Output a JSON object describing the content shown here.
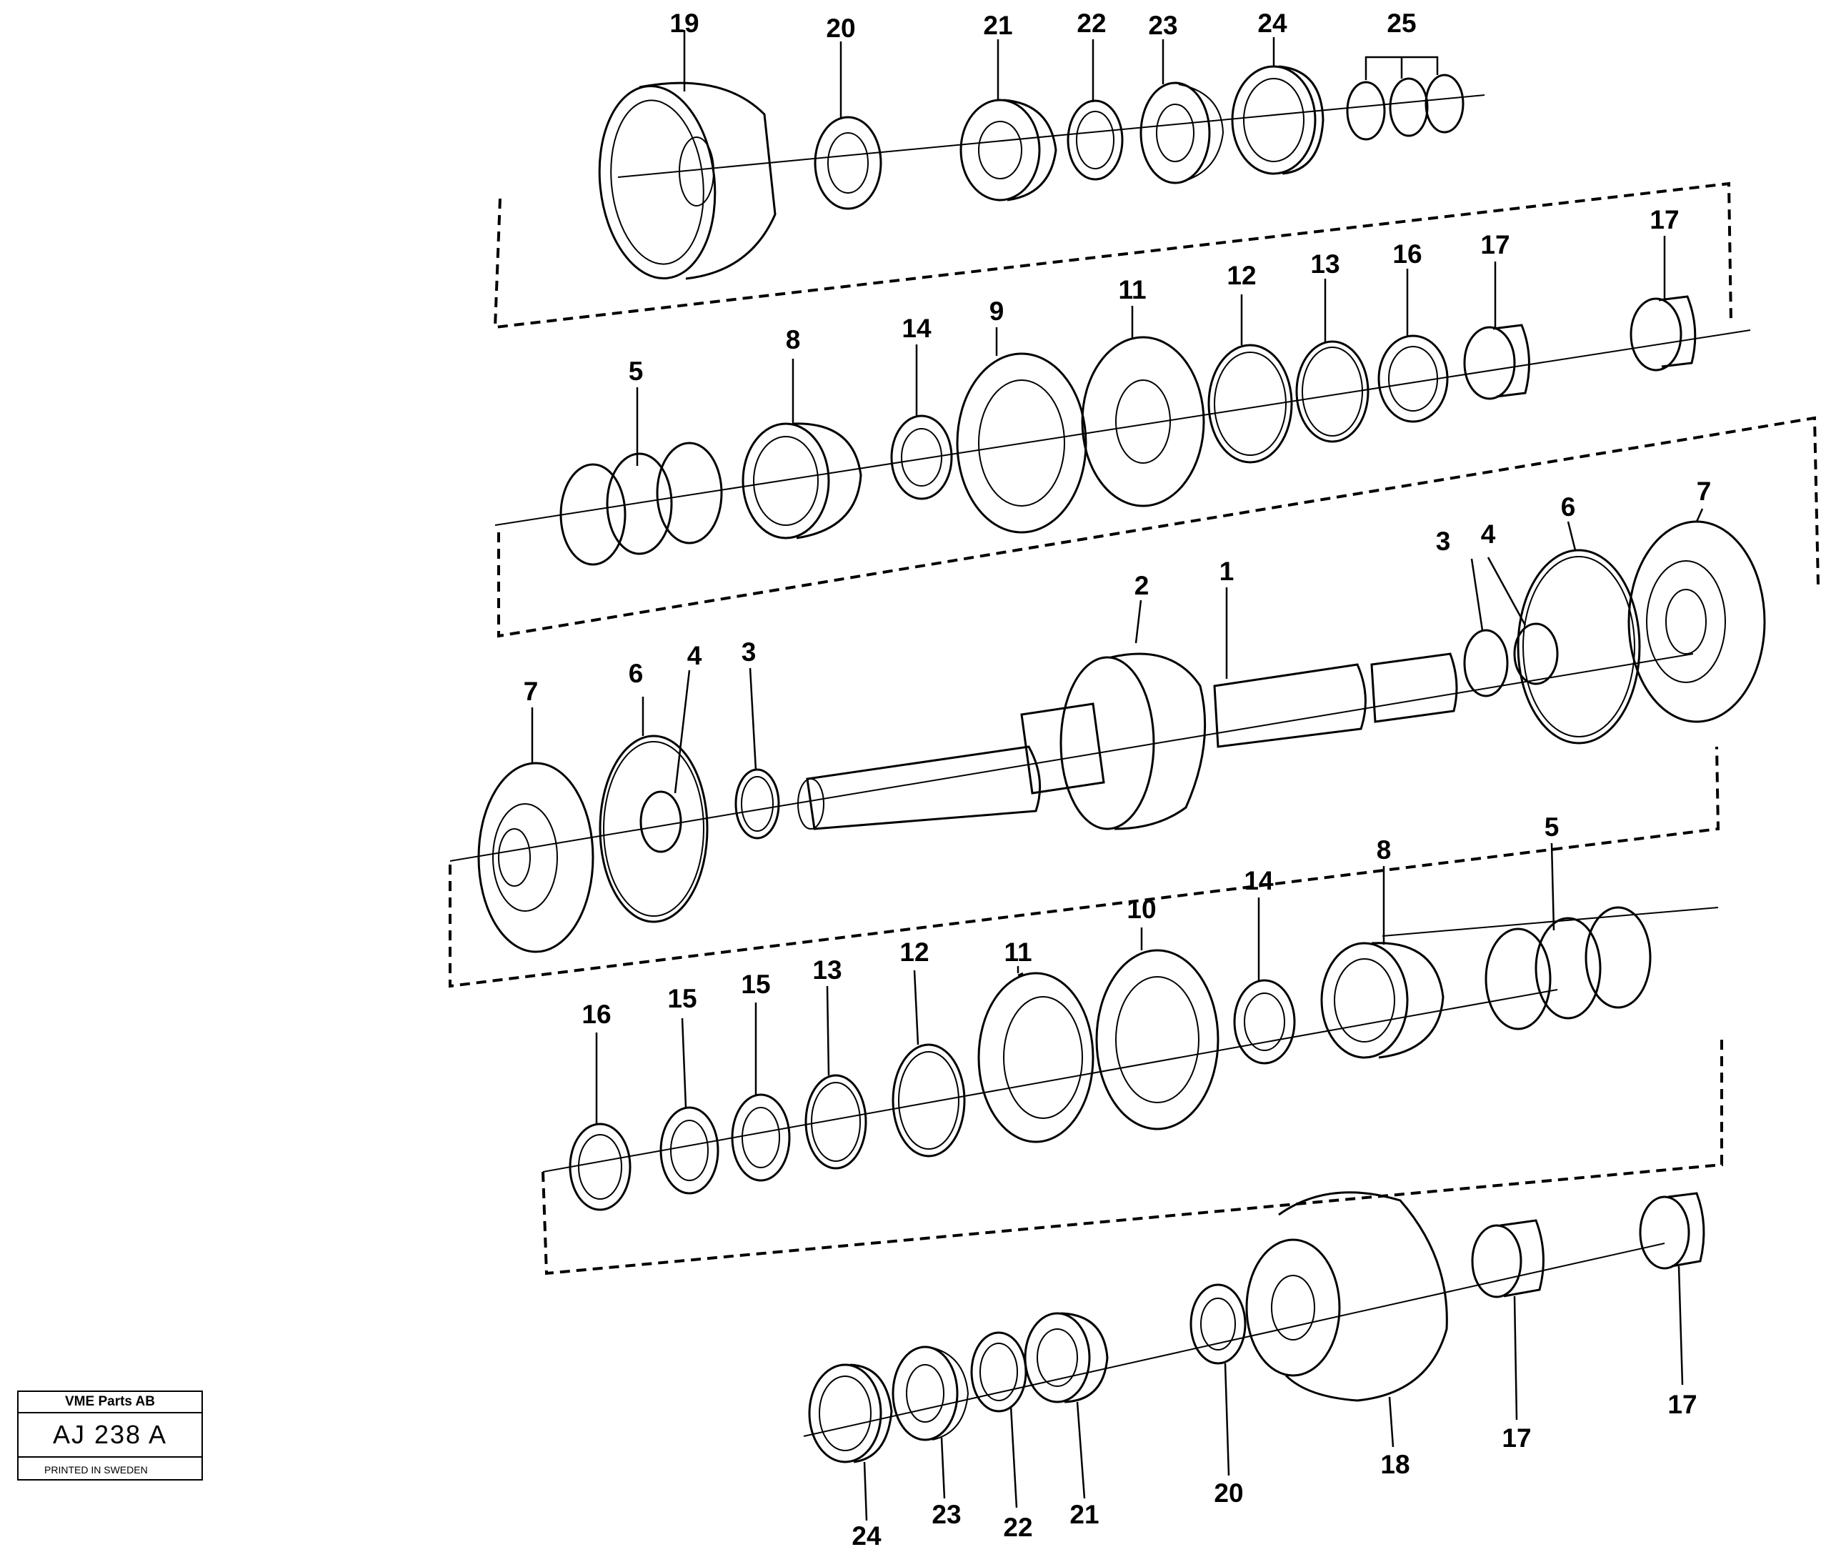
{
  "title_block": {
    "company": "VME Parts AB",
    "drawing_code": "AJ 238 A",
    "printed": "PRINTED IN SWEDEN"
  },
  "callouts": [
    "19",
    "20",
    "21",
    "22",
    "23",
    "24",
    "25",
    "5",
    "8",
    "14",
    "9",
    "11",
    "12",
    "13",
    "16",
    "17",
    "17",
    "7",
    "6",
    "4",
    "3",
    "2",
    "1",
    "3",
    "4",
    "6",
    "7",
    "11",
    "10",
    "14",
    "8",
    "5",
    "16",
    "15",
    "15",
    "13",
    "12",
    "24",
    "23",
    "22",
    "21",
    "20",
    "18",
    "17",
    "17"
  ]
}
